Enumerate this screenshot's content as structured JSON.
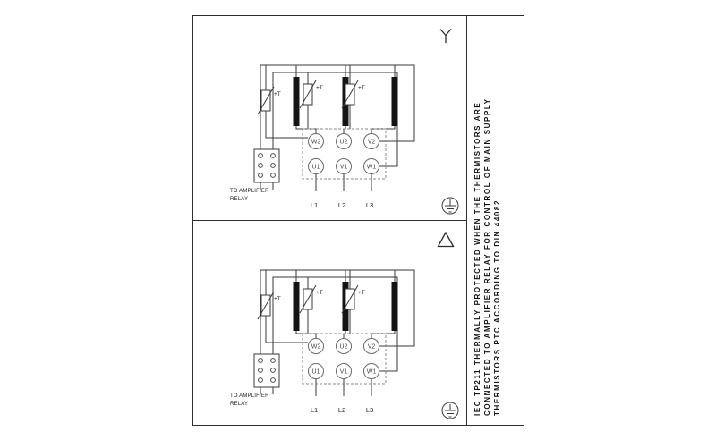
{
  "colors": {
    "line": "#3a3a3a",
    "bar": "#141414",
    "frame": "#2e2e2e"
  },
  "side_note": {
    "lines": [
      "IEC TP211 THERMALLY PROTECTED WHEN THE THERMISTORS ARE",
      "CONNECTED TO AMPLIFIER RELAY FOR CONTROL OF MAIN SUPPLY",
      "THERMISTORS PTC ACCORDING TO DIN 44082"
    ]
  },
  "panels": [
    {
      "connection": "star",
      "terminals_top": [
        "W2",
        "U2",
        "V2"
      ],
      "terminals_bottom": [
        "U1",
        "V1",
        "W1"
      ],
      "supply_lines": [
        "L1",
        "L2",
        "L3"
      ],
      "thermistor_label": "+T",
      "relay_label_line1": "TO AMPLIFIER",
      "relay_label_line2": "RELAY"
    },
    {
      "connection": "delta",
      "terminals_top": [
        "W2",
        "U2",
        "V2"
      ],
      "terminals_bottom": [
        "U1",
        "V1",
        "W1"
      ],
      "supply_lines": [
        "L1",
        "L2",
        "L3"
      ],
      "thermistor_label": "+T",
      "relay_label_line1": "TO AMPLIFIER",
      "relay_label_line2": "RELAY"
    }
  ]
}
